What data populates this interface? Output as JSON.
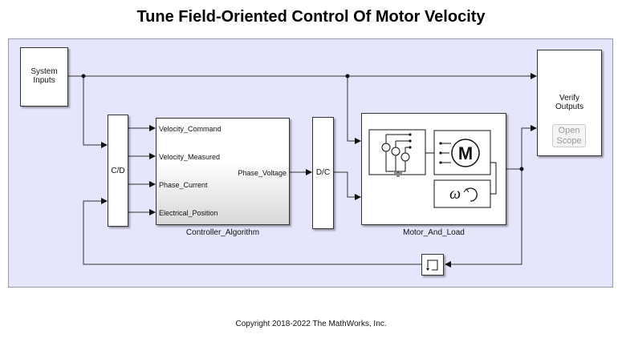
{
  "title": "Tune Field-Oriented Control Of Motor Velocity",
  "blocks": {
    "system_inputs": {
      "line1": "System",
      "line2": "Inputs"
    },
    "cd": {
      "label": "C/D"
    },
    "controller": {
      "caption": "Controller_Algorithm",
      "inputs": [
        "Velocity_Command",
        "Velocity_Measured",
        "Phase_Current",
        "Electrical_Position"
      ],
      "output": "Phase_Voltage"
    },
    "dc": {
      "label": "D/C"
    },
    "motor": {
      "caption": "Motor_And_Load",
      "motor_glyph": "M",
      "speed_glyph": "ω"
    },
    "verify": {
      "line1": "Verify",
      "line2": "Outputs",
      "button_line1": "Open",
      "button_line2": "Scope"
    }
  },
  "footer": "Copyright 2018-2022 The MathWorks, Inc."
}
